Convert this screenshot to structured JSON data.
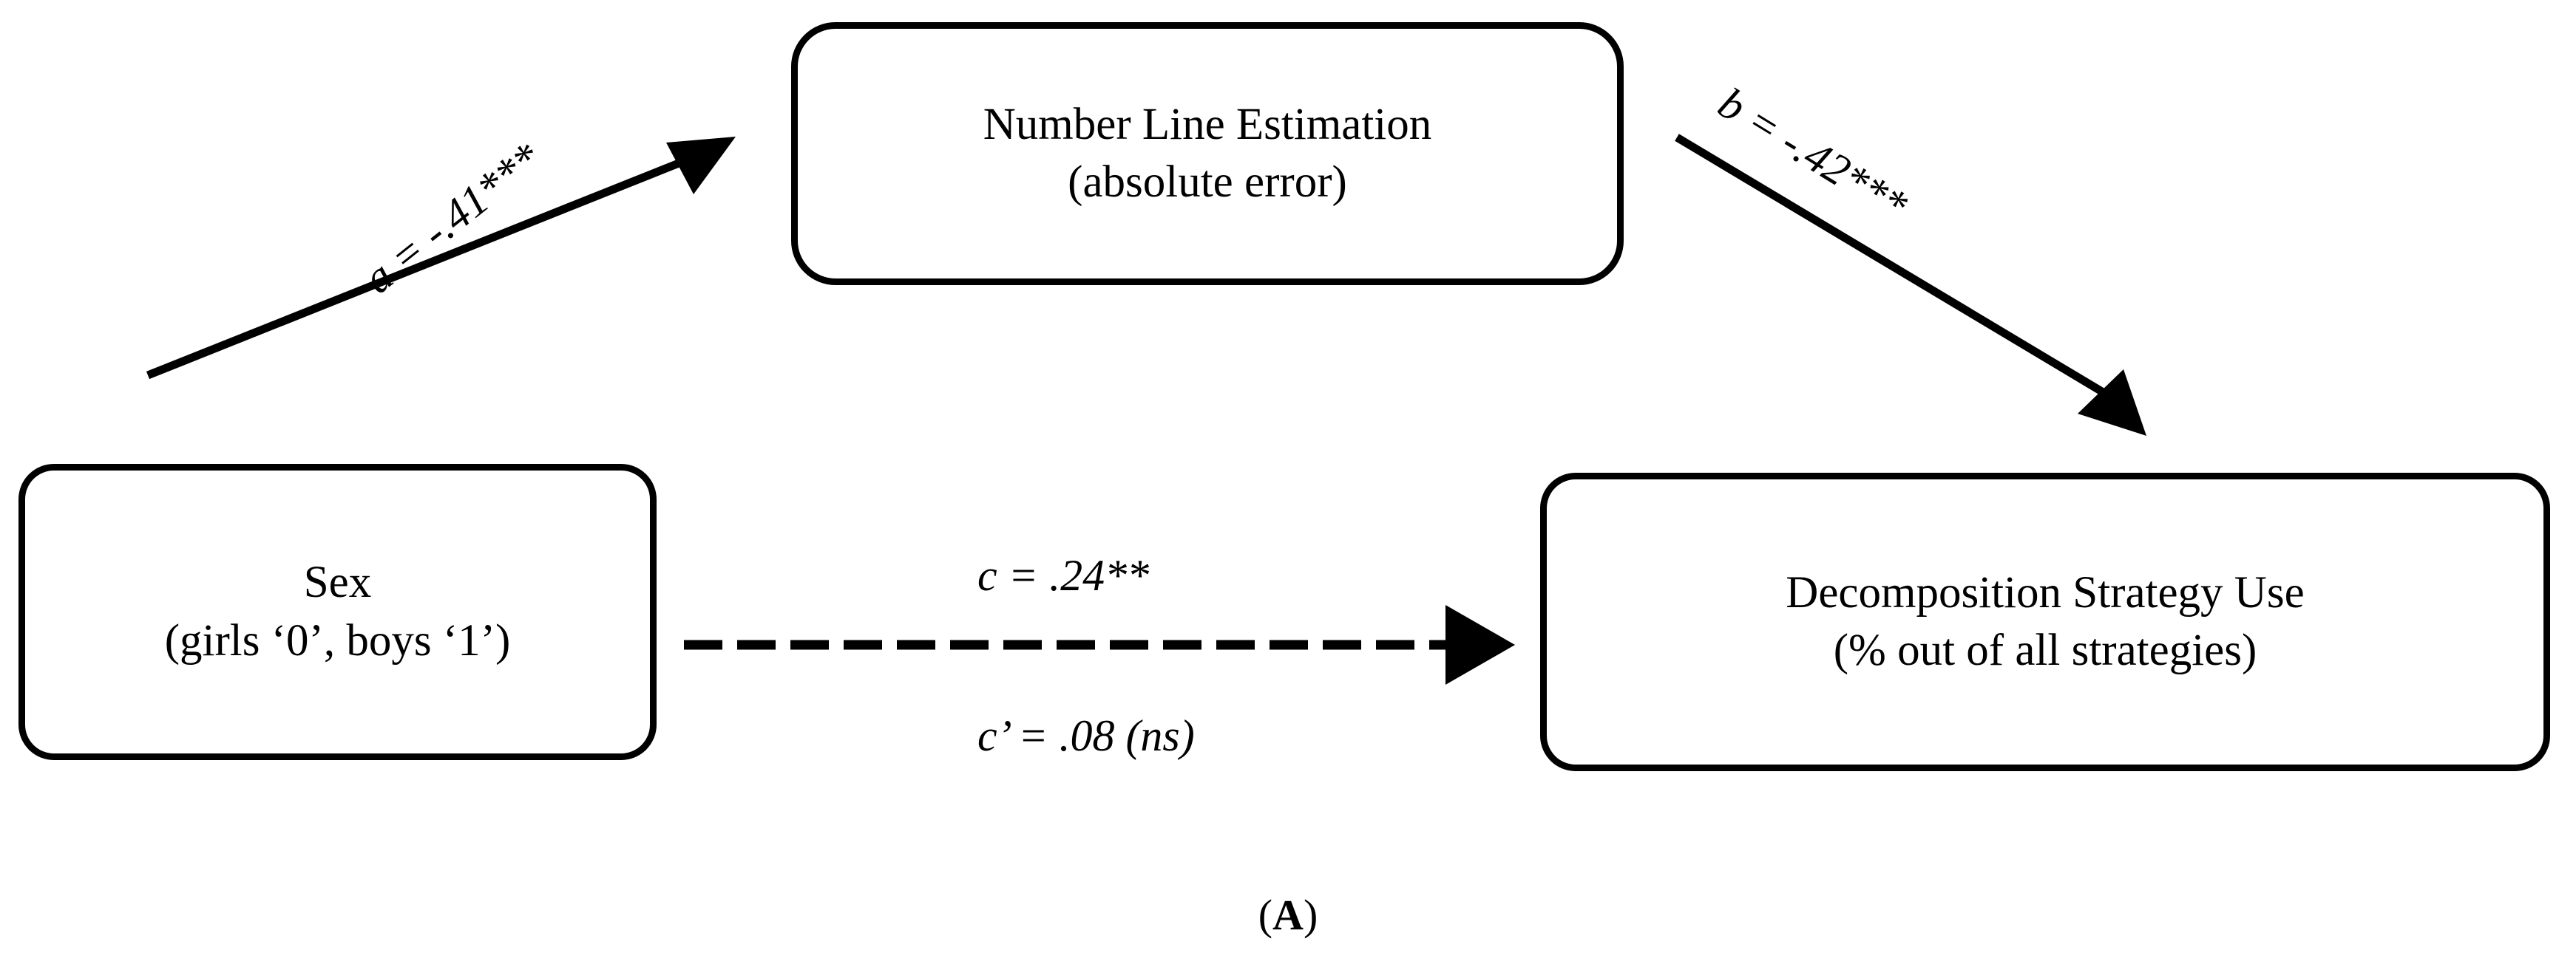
{
  "figure": {
    "type": "mediation-path-diagram",
    "panel_label_open_paren": "(",
    "panel_label_letter": "A",
    "panel_label_close_paren": ")"
  },
  "nodes": {
    "predictor": {
      "id": "sex",
      "line1": "Sex",
      "line2": "(girls ‘0’, boys ‘1’)"
    },
    "mediator": {
      "id": "number-line-estimation",
      "line1": "Number Line Estimation",
      "line2": "(absolute error)"
    },
    "outcome": {
      "id": "decomposition-strategy-use",
      "line1": "Decomposition Strategy Use",
      "line2": "(% out of all strategies)"
    }
  },
  "paths": {
    "a": {
      "label": "a = -.41***",
      "coefficient": -0.41,
      "significance": "***",
      "from": "sex",
      "to": "number-line-estimation",
      "style": "solid"
    },
    "b": {
      "label": "b = -.42***",
      "coefficient": -0.42,
      "significance": "***",
      "from": "number-line-estimation",
      "to": "decomposition-strategy-use",
      "style": "solid"
    },
    "c": {
      "label": "c = .24**",
      "coefficient": 0.24,
      "significance": "**",
      "from": "sex",
      "to": "decomposition-strategy-use",
      "style": "dashed"
    },
    "c_prime": {
      "label": "c’ = .08 (ns)",
      "coefficient": 0.08,
      "significance": "ns",
      "from": "sex",
      "to": "decomposition-strategy-use",
      "style": "dashed"
    }
  },
  "colors": {
    "stroke": "#000000",
    "background": "#ffffff",
    "text": "#000000"
  }
}
